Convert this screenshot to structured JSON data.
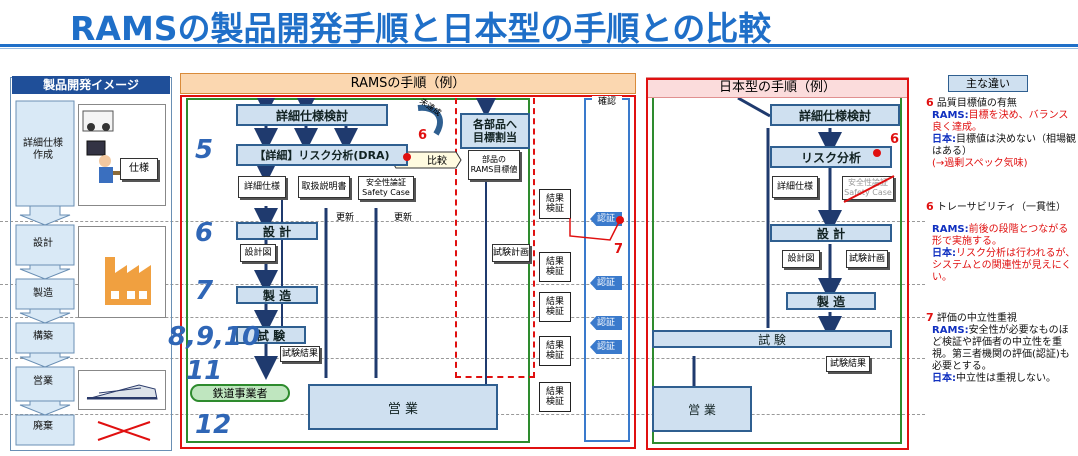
{
  "title": "RAMSの製品開発手順と日本型の手順との比較",
  "left_panel": {
    "header": "製品開発イメージ",
    "steps": [
      "詳細仕様作成",
      "設計",
      "製造",
      "構築",
      "営業",
      "廃棄"
    ],
    "spec_doc": "仕様"
  },
  "rams": {
    "header": "RAMSの手順（例）",
    "detailed_spec_review": "詳細仕様検討",
    "risk_analysis": "【詳細】リスク分析(DRA)",
    "docs": [
      "詳細仕様",
      "取扱説明書",
      "安全性論証\nSafety Case"
    ],
    "update": "更新",
    "not_achieved": "未達成",
    "compare": "比較",
    "allocation": "各部品へ\n目標割当",
    "parts_target": "部品の\nRAMS目標値",
    "result_verify": "結果\n検証",
    "design": "設 計",
    "design_doc": "設計図",
    "test_plan": "試験計画",
    "manufacture": "製 造",
    "test": "試 験",
    "test_result": "試験結果",
    "railway_operator": "鉄道事業者",
    "operation": "営 業",
    "certification": "認証",
    "confirm": "確認",
    "numbers": [
      "5",
      "6",
      "7",
      "8,9,10",
      "11",
      "12"
    ],
    "red_marks": [
      "6",
      "7"
    ]
  },
  "japan": {
    "header": "日本型の手順（例）",
    "detailed_spec_review": "詳細仕様検討",
    "risk_analysis": "リスク分析",
    "spec_doc": "詳細仕様",
    "safety_case": "安全性論証\nSafety Case",
    "design": "設 計",
    "design_doc": "設計図",
    "test_plan": "試験計画",
    "manufacture": "製 造",
    "test": "試 験",
    "test_result": "試験結果",
    "operation": "営 業",
    "red_mark": "6"
  },
  "differences": {
    "header": "主な違い",
    "items": [
      {
        "num": "6",
        "title": "品質目標値の有無",
        "lines": [
          {
            "label": "RAMS:",
            "text": "目標を決め、バランス良く達成。",
            "red": true
          },
          {
            "label": "日本:",
            "text": "目標値は決めない（相場観はある）",
            "red": false
          },
          {
            "label": "",
            "text": "(→過剰スペック気味)",
            "red": false
          }
        ]
      },
      {
        "num": "6",
        "title": "トレーサビリティ（一貫性）",
        "lines": [
          {
            "label": "RAMS:",
            "text": "前後の段階とつながる形で実施する。",
            "red": true
          },
          {
            "label": "日本:",
            "text": "リスク分析は行われるが、システムとの関連性が見えにくい。",
            "red": true
          }
        ]
      },
      {
        "num": "7",
        "title": "評価の中立性重視",
        "lines": [
          {
            "label": "RAMS:",
            "text": "安全性が必要なものほど検証や評価者の中立性を重視。第三者機関の評価(認証)も必要とする。",
            "red": false
          },
          {
            "label": "日本:",
            "text": "中立性は重視しない。",
            "red": false
          }
        ]
      }
    ]
  },
  "colors": {
    "title_blue": "#1f6fc8",
    "frame_red": "#e01010",
    "frame_green": "#2e8b2e",
    "step_box": "#cfe0f0",
    "arrow_navy": "#1f3a6e"
  }
}
